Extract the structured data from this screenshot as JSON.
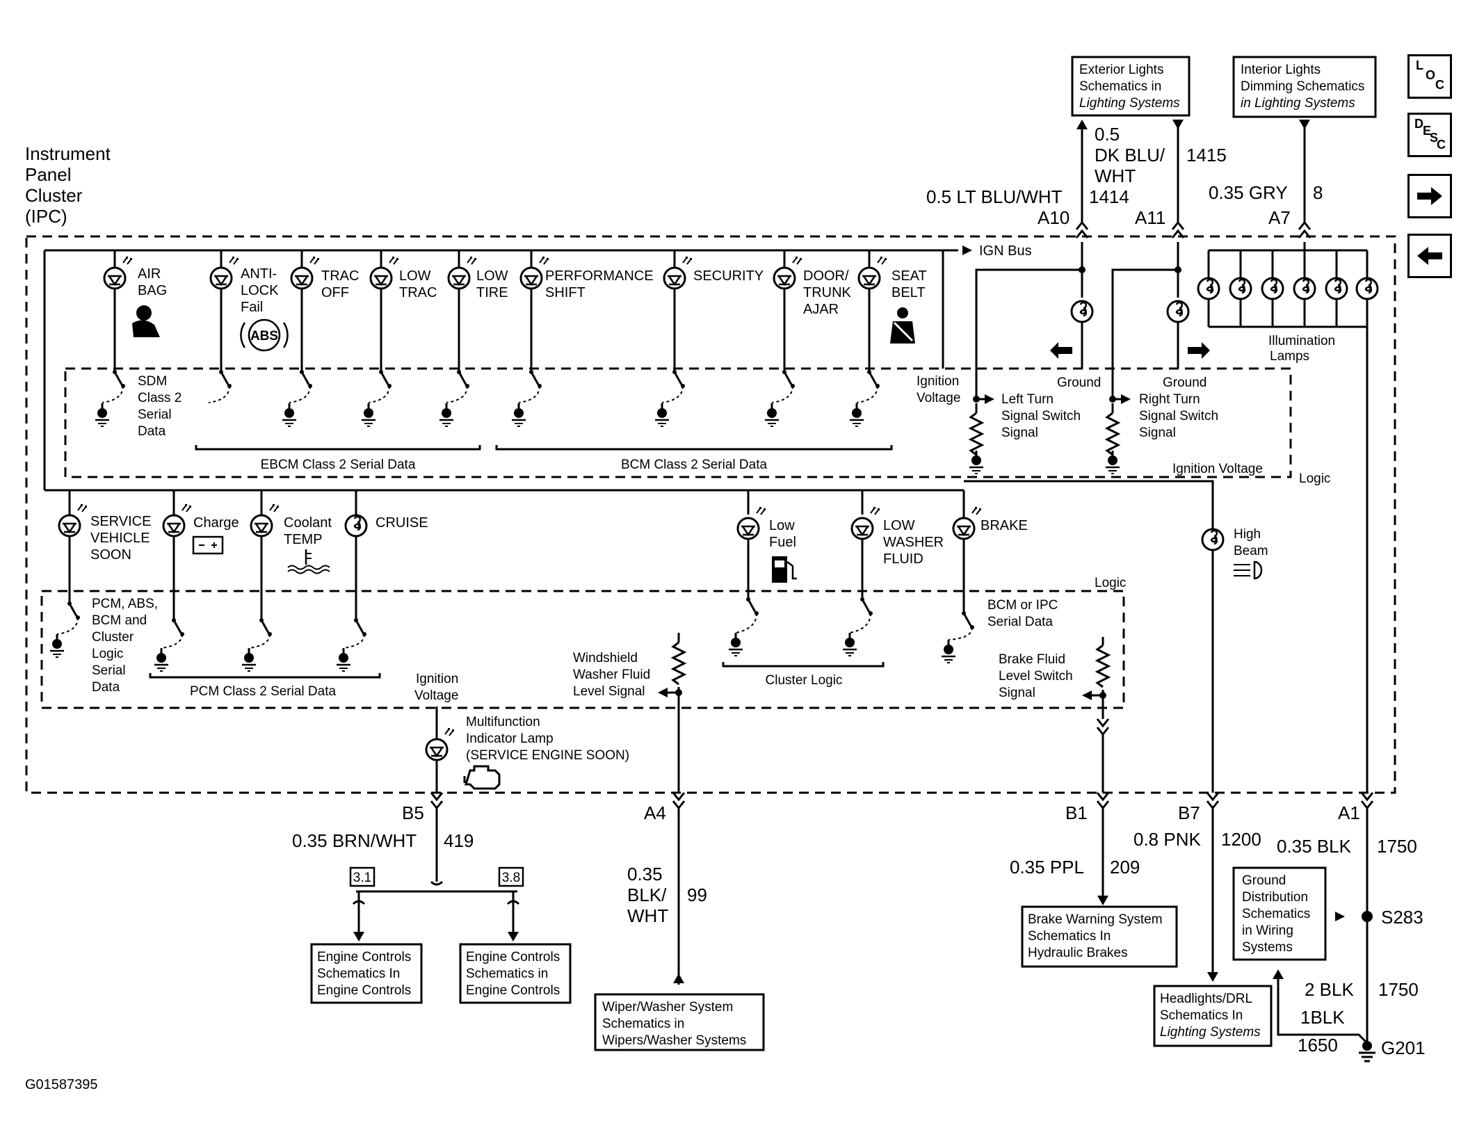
{
  "title": {
    "line1": "Instrument",
    "line2": "Panel",
    "line3": "Cluster",
    "line4": "(IPC)"
  },
  "figure_id": "G01587395",
  "nav": {
    "loc": [
      "L",
      "O",
      "C"
    ],
    "desc": [
      "D",
      "E",
      "S",
      "C"
    ]
  },
  "refs": {
    "exterior": [
      "Exterior Lights",
      "Schematics in",
      "Lighting Systems"
    ],
    "interior": [
      "Interior Lights",
      "Dimming Schematics",
      "in Lighting Systems"
    ],
    "brake": [
      "Brake Warning System",
      "Schematics In",
      "Hydraulic Brakes"
    ],
    "ground": [
      "Ground",
      "Distribution",
      "Schematics",
      "in Wiring",
      "Systems"
    ],
    "headlights": [
      "Headlights/DRL",
      "Schematics In",
      "Lighting Systems"
    ],
    "engine1": [
      "Engine Controls",
      "Schematics In",
      "Engine Controls"
    ],
    "engine2": [
      "Engine Controls",
      "Schematics in",
      "Engine Controls"
    ],
    "wiper": [
      "Wiper/Washer System",
      "Schematics in",
      "Wipers/Washer Systems"
    ]
  },
  "top_wires": {
    "a10": {
      "wire": "0.5 LT BLU/WHT",
      "circuit": "1414",
      "pin": "A10"
    },
    "a11": {
      "wire_l1": "0.5",
      "wire_l2": "DK BLU/",
      "wire_l3": "WHT",
      "circuit": "1415",
      "pin": "A11"
    },
    "a7": {
      "wire": "0.35 GRY",
      "circuit": "8",
      "pin": "A7"
    }
  },
  "ign_bus": "IGN Bus",
  "lamps_top": [
    {
      "l1": "AIR",
      "l2": "BAG"
    },
    {
      "l1": "ANTI-",
      "l2": "LOCK",
      "l3": "Fail"
    },
    {
      "l1": "TRAC",
      "l2": "OFF"
    },
    {
      "l1": "LOW",
      "l2": "TRAC"
    },
    {
      "l1": "LOW",
      "l2": "TIRE"
    },
    {
      "l1": "PERFORMANCE",
      "l2": "SHIFT"
    },
    {
      "l1": "SECURITY"
    },
    {
      "l1": "DOOR/",
      "l2": "TRUNK",
      "l3": "AJAR"
    },
    {
      "l1": "SEAT",
      "l2": "BELT"
    }
  ],
  "abs_text": "ABS",
  "sdm": [
    "SDM",
    "Class 2",
    "Serial",
    "Data"
  ],
  "ebcm": "EBCM Class 2 Serial Data",
  "bcm": "BCM Class 2 Serial Data",
  "turn": {
    "ign_voltage": [
      "Ignition",
      "Voltage"
    ],
    "left": [
      "Left Turn",
      "Signal Switch",
      "Signal"
    ],
    "right": [
      "Right Turn",
      "Signal Switch",
      "Signal"
    ],
    "ground": "Ground",
    "ignition_voltage_r": "Ignition Voltage"
  },
  "illum": [
    "Illumination",
    "Lamps"
  ],
  "logic": "Logic",
  "high_beam": [
    "High",
    "Beam"
  ],
  "lamps_bottom": [
    {
      "l1": "SERVICE",
      "l2": "VEHICLE",
      "l3": "SOON"
    },
    {
      "l1": "Charge"
    },
    {
      "l1": "Coolant",
      "l2": "TEMP"
    },
    {
      "l1": "CRUISE"
    },
    {
      "l1": "Low",
      "l2": "Fuel"
    },
    {
      "l1": "LOW",
      "l2": "WASHER",
      "l3": "FLUID"
    },
    {
      "l1": "BRAKE"
    }
  ],
  "pcm_logic": [
    "PCM, ABS,",
    "BCM and",
    "Cluster",
    "Logic",
    "Serial",
    "Data"
  ],
  "pcm_class2": "PCM Class 2 Serial Data",
  "cluster_logic": "Cluster Logic",
  "bcm_ipc": [
    "BCM or IPC",
    "Serial Data"
  ],
  "washer": [
    "Windshield",
    "Washer Fluid",
    "Level Signal"
  ],
  "brake_fluid": [
    "Brake Fluid",
    "Level Switch",
    "Signal"
  ],
  "mil_ign": [
    "Ignition",
    "Voltage"
  ],
  "mil": [
    "Multifunction",
    "Indicator Lamp",
    "(SERVICE ENGINE SOON)"
  ],
  "bottom_wires": {
    "b5": {
      "pin": "B5",
      "wire": "0.35 BRN/WHT",
      "circuit": "419"
    },
    "a4": {
      "pin": "A4",
      "l1": "0.35",
      "l2": "BLK/",
      "l3": "WHT",
      "circuit": "99"
    },
    "b1": {
      "pin": "B1",
      "wire": "0.35 PPL",
      "circuit": "209"
    },
    "b7": {
      "pin": "B7",
      "wire": "0.8 PNK",
      "circuit": "1200"
    },
    "a1": {
      "pin": "A1",
      "wire": "0.35 BLK",
      "circuit": "1750"
    }
  },
  "splice": {
    "s283": "S283",
    "g201": "G201",
    "w2": "2 BLK",
    "c2": "1750",
    "w3": "1BLK",
    "c3": "1650"
  },
  "page_refs": {
    "p1": "3.1",
    "p2": "3.8"
  }
}
